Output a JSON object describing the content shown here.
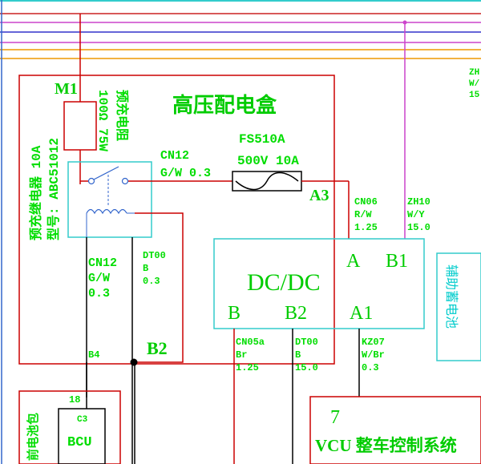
{
  "colors": {
    "green_text": "#00dd00",
    "red_wire": "#cc0000",
    "cyan_box": "#33cccc",
    "black_wire": "#000000",
    "magenta_wire": "#cc44cc"
  },
  "hv_box": {
    "title": "高压配电盒",
    "m1": "M1",
    "resistor_label": "预充电阻",
    "resistor_spec": "100Ω 75W",
    "relay_label": "预充继电器 10A",
    "relay_model": "型号: ABC51012",
    "a3": "A3",
    "b2": "B2",
    "b4": "B4"
  },
  "fuse": {
    "name": "FS510A",
    "spec": "500V 10A"
  },
  "wires": {
    "cn12_top": {
      "id": "CN12",
      "spec": "G/W 0.3"
    },
    "cn12_bottom": {
      "id": "CN12",
      "color": "G/W",
      "gauge": "0.3"
    },
    "dt00_left": {
      "id": "DT00",
      "color": "B",
      "gauge": "0.3"
    },
    "cn06": {
      "id": "CN06",
      "color": "R/W",
      "gauge": "1.25"
    },
    "zh10": {
      "id": "ZH10",
      "color": "W/Y",
      "gauge": "15.0"
    },
    "cn05a": {
      "id": "CN05a",
      "color": "Br",
      "gauge": "1.25"
    },
    "dt00_right": {
      "id": "DT00",
      "color": "B",
      "gauge": "15.0"
    },
    "kz07": {
      "id": "KZ07",
      "color": "W/Br",
      "gauge": "0.3"
    }
  },
  "dcdc": {
    "title": "DC/DC",
    "pin_a": "A",
    "pin_b1": "B1",
    "pin_b": "B",
    "pin_b2": "B2",
    "pin_a1": "A1"
  },
  "aux_box": {
    "label": "辅助蓄电池"
  },
  "zh_partial": {
    "line1": "ZH",
    "line2": "W/",
    "line3": "15."
  },
  "battery": {
    "label": "前电池包",
    "pin": "18",
    "conn": "C3",
    "bcu": "BCU"
  },
  "vcu": {
    "num": "7",
    "label": "VCU 整车控制系统"
  }
}
